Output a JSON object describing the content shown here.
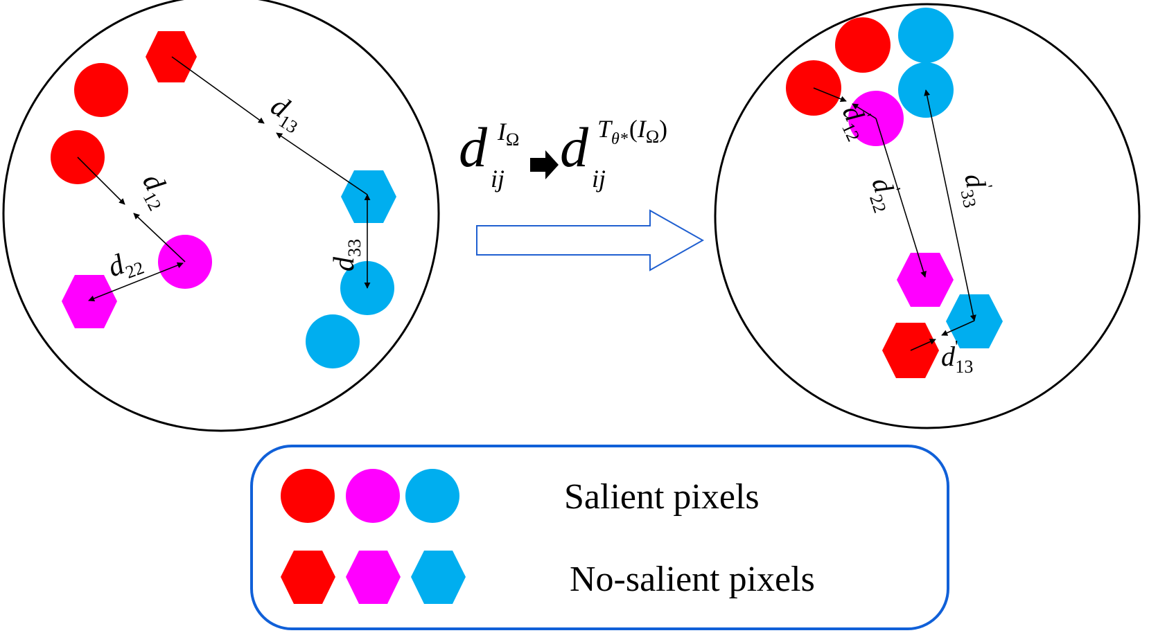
{
  "colors": {
    "red": "#ff0000",
    "magenta": "#ff00ff",
    "cyan": "#00aeef",
    "legend_border": "#1060d8",
    "arrow_outline": "#1f5fd0"
  },
  "left_panel": {
    "d13": {
      "main": "d",
      "sub": "13"
    },
    "d12": {
      "main": "d",
      "sub": "12"
    },
    "d22": {
      "main": "d",
      "sub": "22"
    },
    "d33": {
      "main": "d",
      "sub": "33"
    }
  },
  "right_panel": {
    "d12": {
      "main": "d",
      "sub": "12",
      "prime": "'"
    },
    "d22": {
      "main": "d",
      "sub": "22",
      "prime": "'"
    },
    "d33": {
      "main": "d",
      "sub": "33",
      "prime": "'"
    },
    "d13": {
      "main": "d",
      "sub": "13",
      "prime": "'"
    }
  },
  "formula": {
    "left_d": "d",
    "left_sub": "ij",
    "left_sup": "I",
    "left_sup_sub": "Ω",
    "right_d": "d",
    "right_sub": "ij",
    "right_sup_T": "T",
    "right_sup_theta": "θ*",
    "right_sup_paren_open": "(",
    "right_sup_I": "I",
    "right_sup_omega": "Ω",
    "right_sup_paren_close": ")"
  },
  "legend": {
    "salient_label": "Salient pixels",
    "nonsalient_label": "No-salient pixels"
  }
}
